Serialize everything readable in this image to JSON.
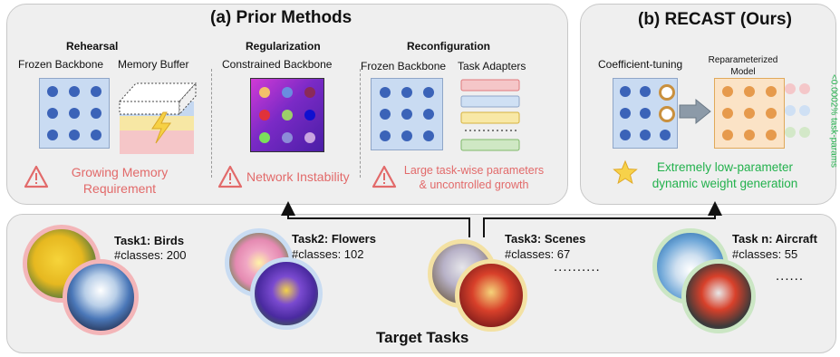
{
  "prior": {
    "title": "(a) Prior Methods",
    "rehearsal": {
      "heading": "Rehearsal",
      "label_backbone": "Frozen Backbone",
      "label_buffer": "Memory Buffer",
      "warning_line1": "Growing Memory",
      "warning_line2": "Requirement"
    },
    "regularization": {
      "heading": "Regularization",
      "label": "Constrained Backbone",
      "warning": "Network Instability"
    },
    "reconfiguration": {
      "heading": "Reconfiguration",
      "label_backbone": "Frozen Backbone",
      "label_adapters": "Task Adapters",
      "warning_line1": "Large task-wise parameters",
      "warning_line2": "& uncontrolled growth"
    }
  },
  "recast": {
    "title": "(b) RECAST (Ours)",
    "label_tuning": "Coefficient-tuning",
    "label_model_line1": "Reparameterized",
    "label_model_line2": "Model",
    "side_note": "<0.0002% task-params",
    "highlight_line1": "Extremely low-parameter",
    "highlight_line2": "dynamic weight generation"
  },
  "tasks": {
    "section_label": "Target Tasks",
    "items": [
      {
        "name": "Task1: Birds",
        "classes": "#classes: 200"
      },
      {
        "name": "Task2: Flowers",
        "classes": "#classes: 102"
      },
      {
        "name": "Task3: Scenes",
        "classes": "#classes: 67"
      },
      {
        "name": "Task n: Aircraft",
        "classes": "#classes: 55"
      }
    ],
    "ellipsis_1": "..........",
    "ellipsis_2": "......"
  },
  "colors": {
    "warning": "#e26a6a",
    "highlight": "#22b14c",
    "backbone_blue": "#3b63b8",
    "model_orange": "#e69a4c"
  }
}
